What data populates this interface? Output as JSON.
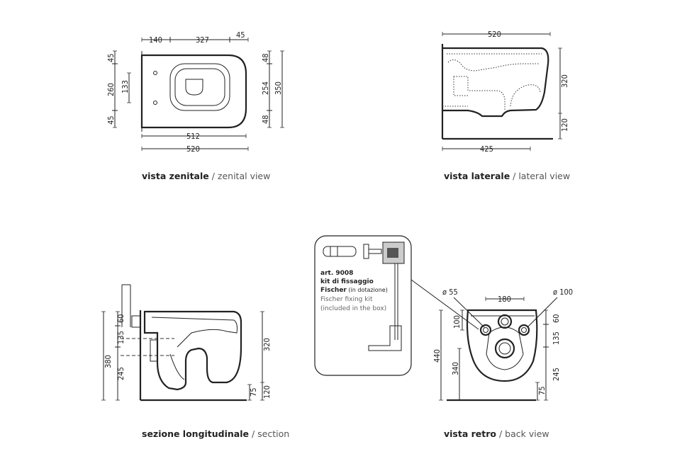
{
  "views": {
    "zenital": {
      "caption_bold": "vista zenitale",
      "caption_light": " / zenital view",
      "dims": {
        "d140": "140",
        "d327": "327",
        "d45_top": "45",
        "d45_l1": "45",
        "d260": "260",
        "d133": "133",
        "d45_l2": "45",
        "d48_r1": "48",
        "d254": "254",
        "d350": "350",
        "d48_r2": "48",
        "d512": "512",
        "d520": "520"
      }
    },
    "lateral": {
      "caption_bold": "vista laterale",
      "caption_light": " / lateral view",
      "dims": {
        "d520": "520",
        "d320": "320",
        "d120": "120",
        "d425": "425"
      }
    },
    "section": {
      "caption_bold": "sezione longitudinale",
      "caption_light": " / section",
      "dims": {
        "d60": "60",
        "d135": "135",
        "d380": "380",
        "d245": "245",
        "d320": "320",
        "d75": "75",
        "d120": "120"
      }
    },
    "back": {
      "caption_bold": "vista retro",
      "caption_light": " / back view",
      "dims": {
        "d55": "ø 55",
        "d180": "180",
        "d100_dia": "ø 100",
        "d100": "100",
        "d440": "440",
        "d340": "340",
        "d60": "60",
        "d135": "135",
        "d245": "245",
        "d75": "75"
      }
    }
  },
  "kit": {
    "line1": "art. 9008",
    "line2": "kit di fissaggio",
    "line3": "Fischer",
    "line3_small": " (in dotazione)",
    "line4": "Fischer fixing kit",
    "line5": "(included in the box)"
  }
}
